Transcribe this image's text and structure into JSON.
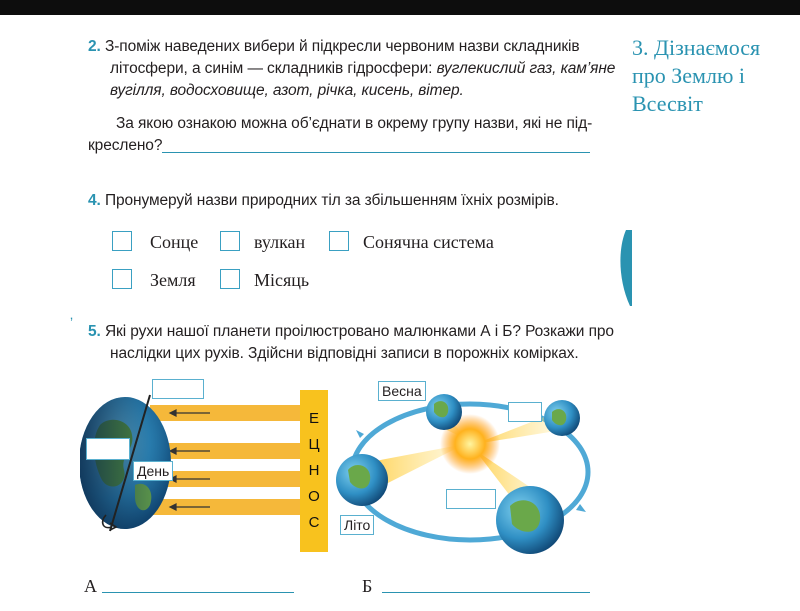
{
  "section_heading": [
    "3. Дізнаємося",
    "про Землю і",
    "Всесвіт"
  ],
  "task2": {
    "number": "2.",
    "lines": [
      "З-поміж наведених вибери й підкресли червоним назви складників",
      "літосфери, а синім — складників гідросфери:",
      "вугілля, водосховище, азот, річка, кисень, вітер."
    ],
    "words_inline": "вуглекислий газ, кам’яне",
    "question_lines": [
      "За якою ознакою можна об’єднати в окрему групу назви, які не під-",
      "креслено?"
    ]
  },
  "task4": {
    "number": "4.",
    "text": "Пронумеруй назви природних тіл за збільшенням їхніх розмірів.",
    "items": [
      "Сонце",
      "вулкан",
      "Сонячна система",
      "Земля",
      "Місяць"
    ]
  },
  "task5": {
    "number": "5.",
    "lines": [
      "Які рухи нашої планети проілюстровано малюнками А і Б? Розкажи про",
      "наслідки цих рухів. Здійсни відповідні записи в порожніх комірках."
    ],
    "figA": {
      "sun_letters": [
        "С",
        "О",
        "Н",
        "Ц",
        "Е"
      ],
      "day_label": "День"
    },
    "figB": {
      "spring_label": "Весна",
      "summer_label": "Літо"
    },
    "answer_labels": [
      "А",
      "Б"
    ]
  },
  "colors": {
    "accent": "#2a93b1",
    "sun": "#f8b52a",
    "ray": "#f5b83a"
  }
}
